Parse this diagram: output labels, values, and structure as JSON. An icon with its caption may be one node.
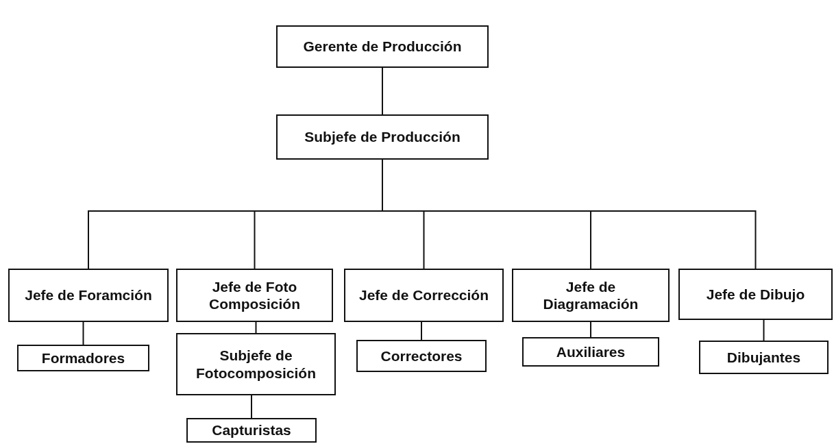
{
  "diagram": {
    "nodes": [
      {
        "text": [
          "Gerente de Producción"
        ]
      },
      {
        "text": [
          "Subjefe de Producción"
        ]
      },
      {
        "text": [
          "Jefe de Foramción"
        ]
      },
      {
        "text": [
          "Jefe de Foto Composición"
        ]
      },
      {
        "text": [
          "Jefe de Corrección"
        ]
      },
      {
        "text": [
          "Jefe de Diagramación"
        ]
      },
      {
        "text": [
          "Jefe de Dibujo"
        ]
      },
      {
        "text": [
          "Formadores"
        ]
      },
      {
        "text": [
          "Subjefe de Fotocomposición"
        ]
      },
      {
        "text": [
          "Capturistas"
        ]
      },
      {
        "text": [
          "Correctores"
        ]
      },
      {
        "text": [
          "Auxiliares"
        ]
      },
      {
        "text": [
          "Dibujantes"
        ]
      }
    ],
    "edges": [
      {
        "from": 0,
        "to": 1,
        "arrow": "none"
      },
      {
        "from": 1,
        "to": 2,
        "arrow": "none"
      },
      {
        "from": 1,
        "to": 3,
        "arrow": "none"
      },
      {
        "from": 1,
        "to": 4,
        "arrow": "none"
      },
      {
        "from": 1,
        "to": 5,
        "arrow": "none"
      },
      {
        "from": 1,
        "to": 6,
        "arrow": "none"
      },
      {
        "from": 2,
        "to": 7,
        "arrow": "none"
      },
      {
        "from": 3,
        "to": 8,
        "arrow": "none"
      },
      {
        "from": 8,
        "to": 9,
        "arrow": "none"
      },
      {
        "from": 4,
        "to": 10,
        "arrow": "none"
      },
      {
        "from": 5,
        "to": 11,
        "arrow": "none"
      },
      {
        "from": 6,
        "to": 12,
        "arrow": "none"
      }
    ]
  }
}
